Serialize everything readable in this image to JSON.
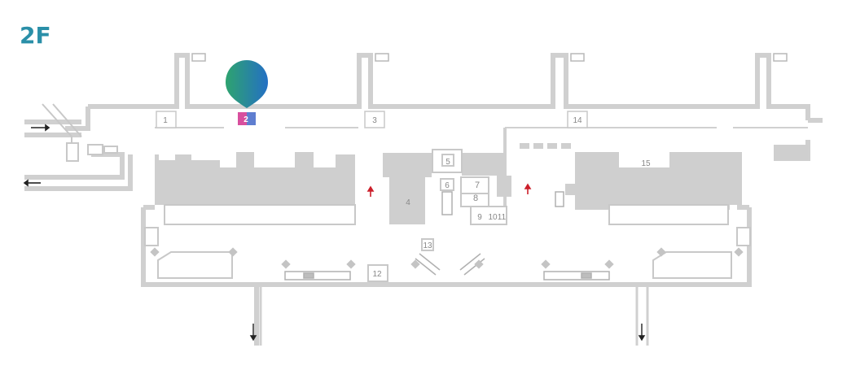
{
  "floor": {
    "label": "2F"
  },
  "marker": {
    "label": "2",
    "gradient_start": "#2ea36f",
    "gradient_end": "#2470c4",
    "tag_color": "#d84f9e"
  },
  "rooms": [
    {
      "id": "1",
      "label": "1"
    },
    {
      "id": "2",
      "label": "2"
    },
    {
      "id": "3",
      "label": "3"
    },
    {
      "id": "4",
      "label": "4"
    },
    {
      "id": "5",
      "label": "5"
    },
    {
      "id": "6",
      "label": "6"
    },
    {
      "id": "7",
      "label": "7"
    },
    {
      "id": "8",
      "label": "8"
    },
    {
      "id": "9",
      "label": "9"
    },
    {
      "id": "10",
      "label": "10"
    },
    {
      "id": "11",
      "label": "11"
    },
    {
      "id": "12",
      "label": "12"
    },
    {
      "id": "13",
      "label": "13"
    },
    {
      "id": "14",
      "label": "14"
    },
    {
      "id": "15",
      "label": "15"
    }
  ],
  "colors": {
    "wall": "#d0d0d0",
    "block": "#cfcfcf",
    "text": "#888888",
    "arrow_red": "#cc1f2a",
    "arrow_dark": "#222222"
  }
}
